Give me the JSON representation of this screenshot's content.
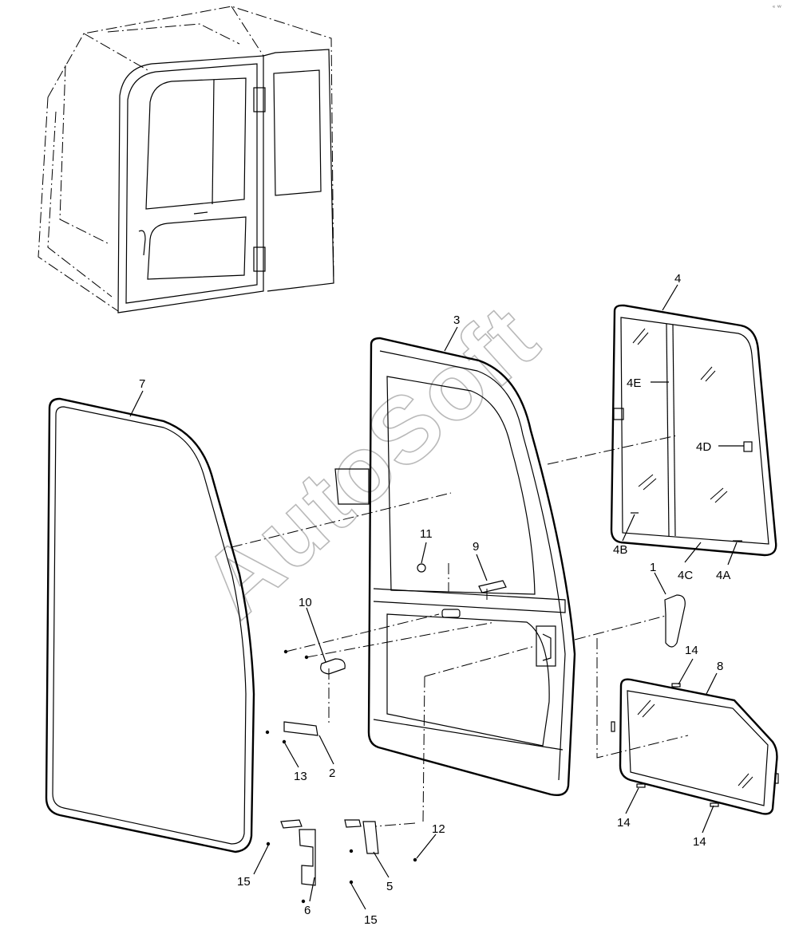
{
  "watermark": "AutoSoft",
  "corner_mark": "ᵉ ᵂ",
  "callouts": [
    {
      "id": "c1",
      "label": "1"
    },
    {
      "id": "c2",
      "label": "2"
    },
    {
      "id": "c3",
      "label": "3"
    },
    {
      "id": "c4",
      "label": "4"
    },
    {
      "id": "c4a",
      "label": "4A"
    },
    {
      "id": "c4b",
      "label": "4B"
    },
    {
      "id": "c4c",
      "label": "4C"
    },
    {
      "id": "c4d",
      "label": "4D"
    },
    {
      "id": "c4e",
      "label": "4E"
    },
    {
      "id": "c5",
      "label": "5"
    },
    {
      "id": "c6",
      "label": "6"
    },
    {
      "id": "c7",
      "label": "7"
    },
    {
      "id": "c8",
      "label": "8"
    },
    {
      "id": "c9",
      "label": "9"
    },
    {
      "id": "c10",
      "label": "10"
    },
    {
      "id": "c11",
      "label": "11"
    },
    {
      "id": "c12",
      "label": "12"
    },
    {
      "id": "c13",
      "label": "13"
    },
    {
      "id": "c14a",
      "label": "14"
    },
    {
      "id": "c14b",
      "label": "14"
    },
    {
      "id": "c14c",
      "label": "14"
    },
    {
      "id": "c15a",
      "label": "15"
    },
    {
      "id": "c15b",
      "label": "15"
    }
  ]
}
